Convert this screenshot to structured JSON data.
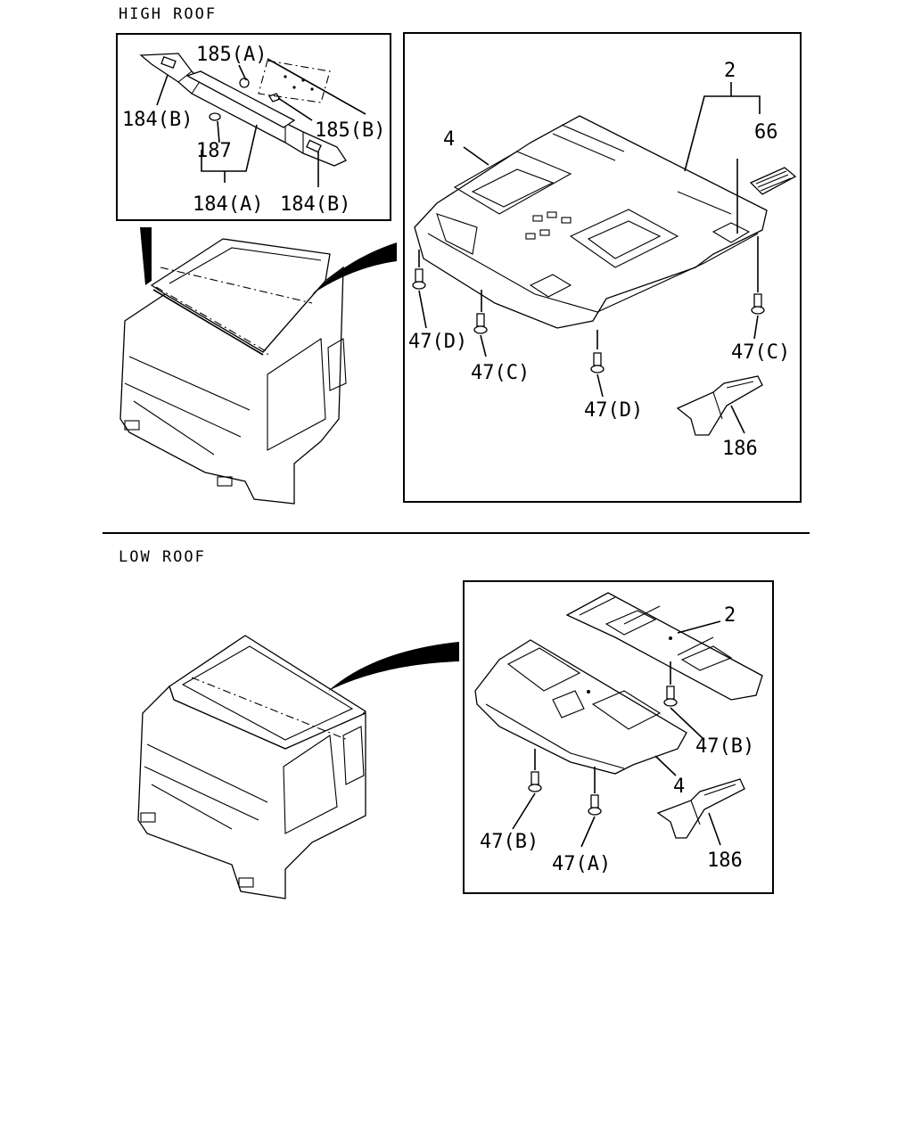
{
  "sections": {
    "high_roof": "HIGH ROOF",
    "low_roof": "LOW ROOF"
  },
  "labels": {
    "hr_185a": "185(A)",
    "hr_184b_left": "184(B)",
    "hr_185b": "185(B)",
    "hr_187": "187",
    "hr_184a": "184(A)",
    "hr_184b_right": "184(B)",
    "hr_2": "2",
    "hr_66": "66",
    "hr_4": "4",
    "hr_47d_left": "47(D)",
    "hr_47c_left": "47(C)",
    "hr_47d_mid": "47(D)",
    "hr_47c_right": "47(C)",
    "hr_186": "186",
    "lr_2": "2",
    "lr_47b_right": "47(B)",
    "lr_4": "4",
    "lr_47b_left": "47(B)",
    "lr_47a": "47(A)",
    "lr_186": "186"
  }
}
